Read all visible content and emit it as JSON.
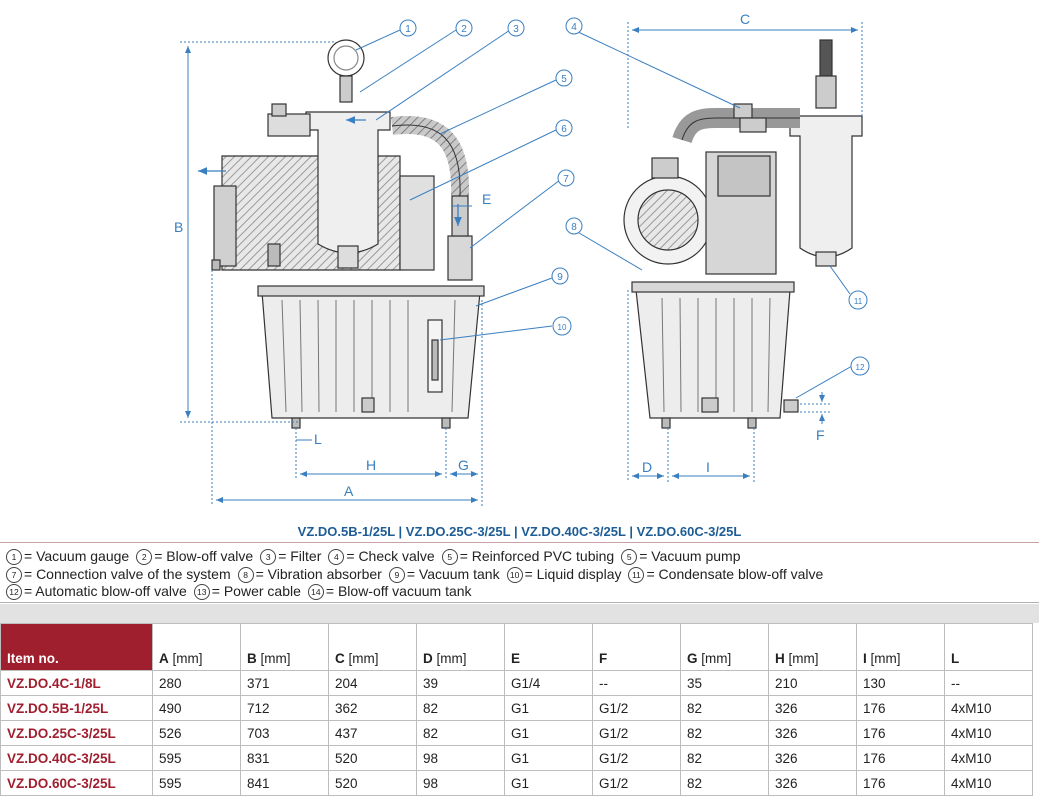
{
  "diagram": {
    "callouts": [
      "1",
      "2",
      "3",
      "4",
      "5",
      "6",
      "7",
      "8",
      "9",
      "10",
      "11",
      "12"
    ],
    "dims": {
      "A": "A",
      "B": "B",
      "C": "C",
      "D": "D",
      "E": "E",
      "F": "F",
      "G": "G",
      "H": "H",
      "I": "I",
      "L": "L"
    }
  },
  "title": "VZ.DO.5B-1/25L  |  VZ.DO.25C-3/25L  |  VZ.DO.40C-3/25L  |  VZ.DO.60C-3/25L",
  "legend": [
    [
      {
        "n": "1",
        "t": "= Vacuum gauge"
      },
      {
        "n": "2",
        "t": "= Blow-off valve"
      },
      {
        "n": "3",
        "t": "= Filter"
      },
      {
        "n": "4",
        "t": "= Check valve"
      },
      {
        "n": "5",
        "t": "= Reinforced PVC tubing"
      },
      {
        "n": "5",
        "t": "= Vacuum pump"
      }
    ],
    [
      {
        "n": "7",
        "t": "= Connection valve of the system"
      },
      {
        "n": "8",
        "t": "= Vibration absorber"
      },
      {
        "n": "9",
        "t": "= Vacuum tank"
      },
      {
        "n": "10",
        "t": "= Liquid display"
      },
      {
        "n": "11",
        "t": "= Condensate blow-off valve"
      }
    ],
    [
      {
        "n": "12",
        "t": "= Automatic blow-off valve"
      },
      {
        "n": "13",
        "t": "= Power cable"
      },
      {
        "n": "14",
        "t": "= Blow-off vacuum tank"
      }
    ]
  ],
  "table": {
    "headers": [
      {
        "b": "Item no.",
        "u": ""
      },
      {
        "b": "A",
        "u": " [mm]"
      },
      {
        "b": "B",
        "u": " [mm]"
      },
      {
        "b": "C",
        "u": " [mm]"
      },
      {
        "b": "D",
        "u": " [mm]"
      },
      {
        "b": "E",
        "u": ""
      },
      {
        "b": "F",
        "u": ""
      },
      {
        "b": "G",
        "u": " [mm]"
      },
      {
        "b": "H",
        "u": " [mm]"
      },
      {
        "b": "I",
        "u": " [mm]"
      },
      {
        "b": "L",
        "u": ""
      }
    ],
    "rows": [
      [
        "VZ.DO.4C-1/8L",
        "280",
        "371",
        "204",
        "39",
        "G1/4",
        "--",
        "35",
        "210",
        "130",
        "--"
      ],
      [
        "VZ.DO.5B-1/25L",
        "490",
        "712",
        "362",
        "82",
        "G1",
        "G1/2",
        "82",
        "326",
        "176",
        "4xM10"
      ],
      [
        "VZ.DO.25C-3/25L",
        "526",
        "703",
        "437",
        "82",
        "G1",
        "G1/2",
        "82",
        "326",
        "176",
        "4xM10"
      ],
      [
        "VZ.DO.40C-3/25L",
        "595",
        "831",
        "520",
        "98",
        "G1",
        "G1/2",
        "82",
        "326",
        "176",
        "4xM10"
      ],
      [
        "VZ.DO.60C-3/25L",
        "595",
        "841",
        "520",
        "98",
        "G1",
        "G1/2",
        "82",
        "326",
        "176",
        "4xM10"
      ]
    ]
  },
  "colors": {
    "accent": "#a01f2f",
    "title": "#1e5c96",
    "dimension": "#3a7fc0"
  }
}
